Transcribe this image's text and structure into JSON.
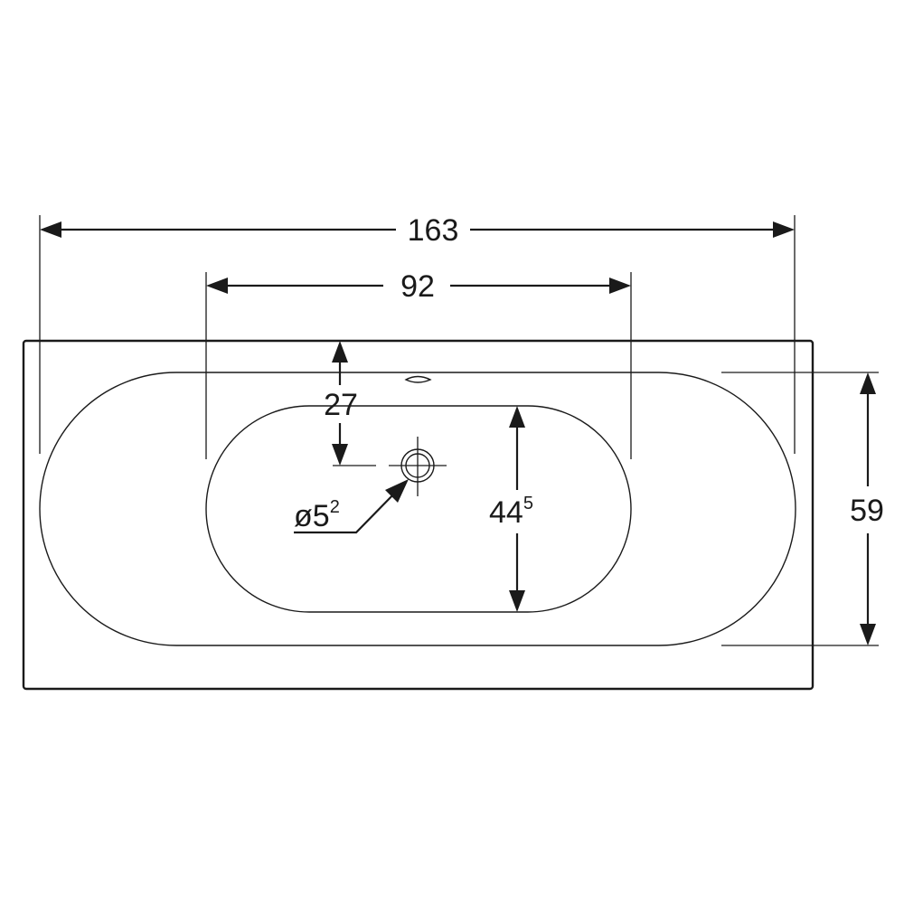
{
  "dimensions": {
    "overall_width": "163",
    "basin_spacing": "92",
    "drain_offset": "27",
    "drain_diameter_main": "ø5",
    "drain_diameter_sup": "2",
    "inner_depth_main": "44",
    "inner_depth_sup": "5",
    "overall_depth": "59"
  },
  "colors": {
    "line": "#1a1a1a",
    "background": "#ffffff"
  }
}
